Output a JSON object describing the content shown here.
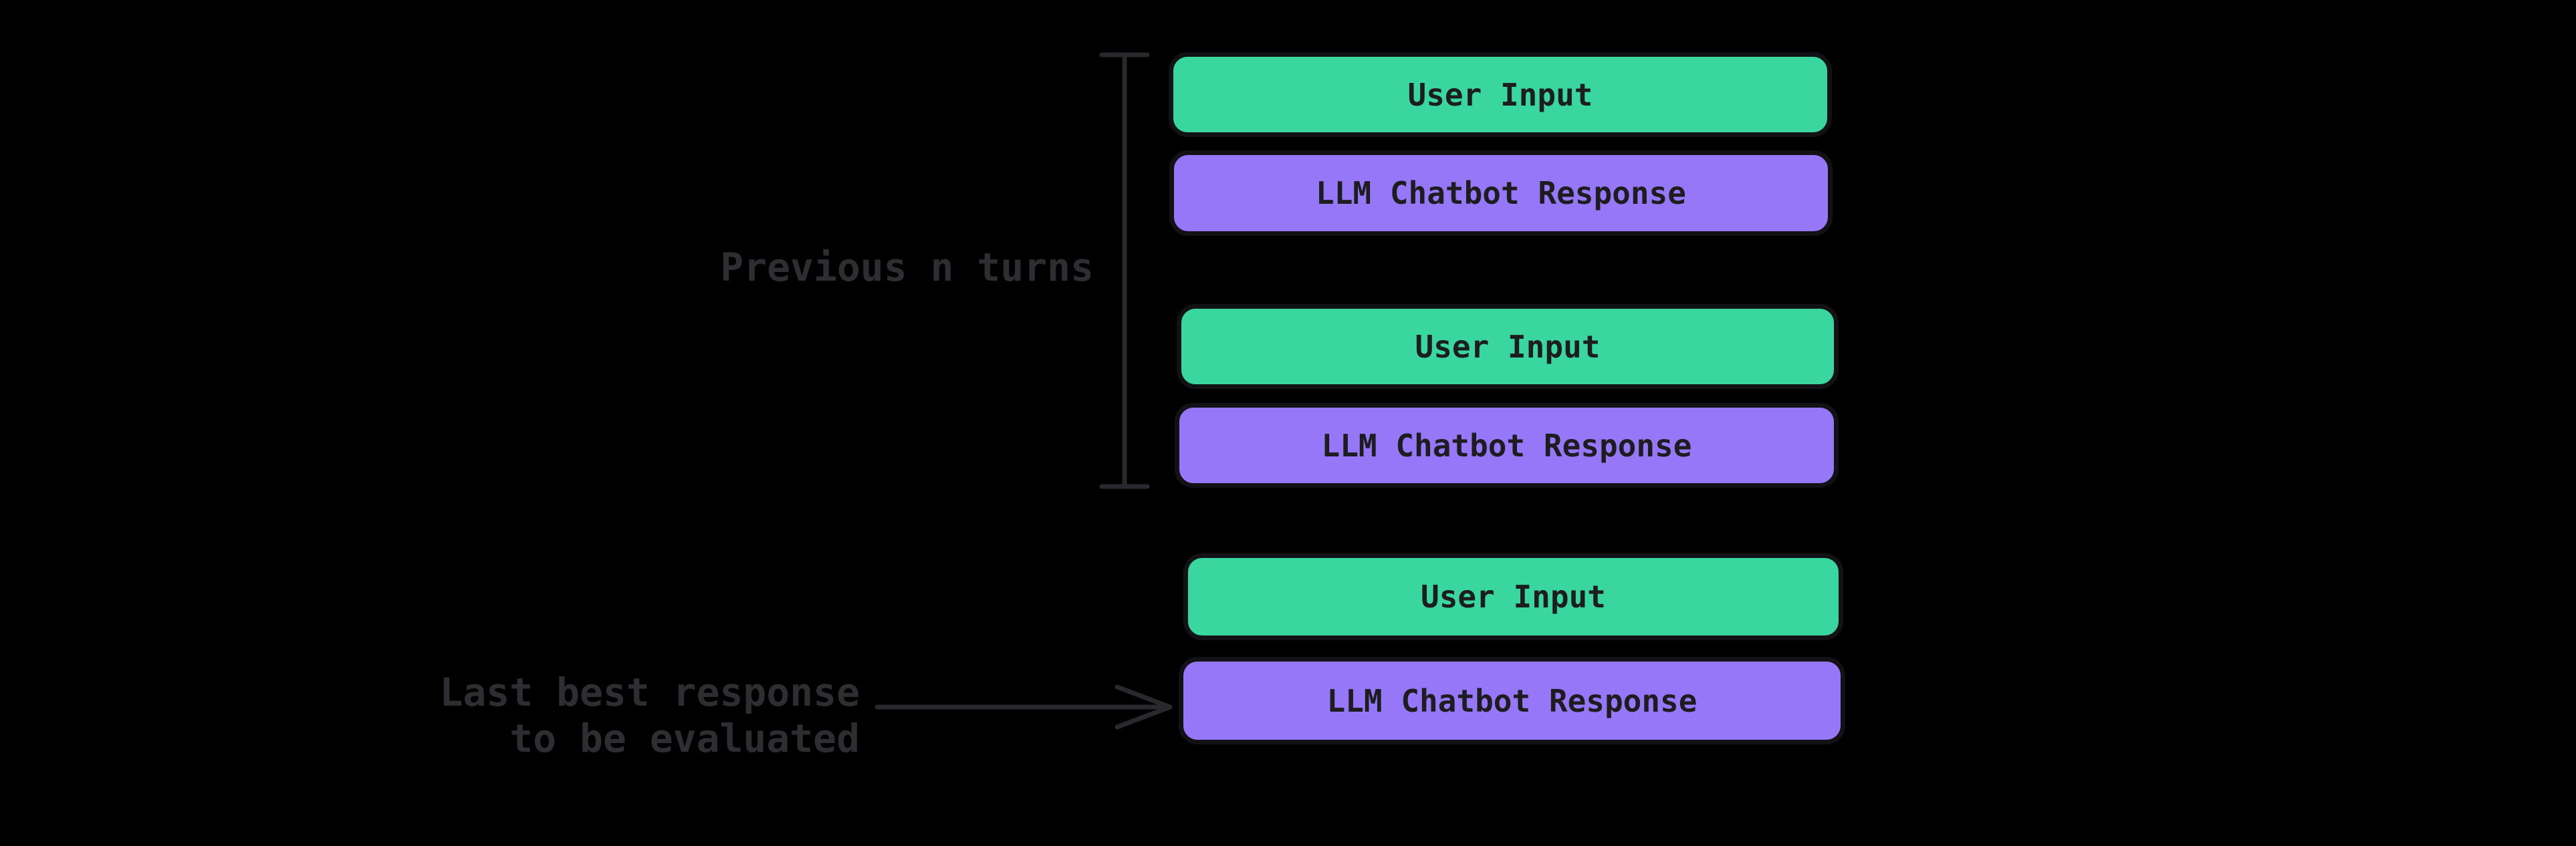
{
  "colors": {
    "background": "#000000",
    "user_input_fill": "#3ad69f",
    "chatbot_response_fill": "#9677f7",
    "box_border": "#121216",
    "box_text": "#1d1d20",
    "annotation_text": "#2e2e32",
    "annotation_line": "#29292d"
  },
  "labels": {
    "previous_turns": "Previous n turns",
    "last_response_line1": "Last best response",
    "last_response_line2": "to be evaluated"
  },
  "icons": {
    "bracket": "previous-turns-span-bracket",
    "arrow": "right-arrow-to-last-response"
  },
  "boxes": [
    {
      "turn": "previous-turn-1",
      "type": "user_input",
      "label": "User Input"
    },
    {
      "turn": "previous-turn-1",
      "type": "llm_response",
      "label": "LLM Chatbot Response"
    },
    {
      "turn": "previous-turn-2",
      "type": "user_input",
      "label": "User Input"
    },
    {
      "turn": "previous-turn-2",
      "type": "llm_response",
      "label": "LLM Chatbot Response"
    },
    {
      "turn": "current-turn",
      "type": "user_input",
      "label": "User Input"
    },
    {
      "turn": "current-turn",
      "type": "llm_response",
      "label": "LLM Chatbot Response"
    }
  ]
}
